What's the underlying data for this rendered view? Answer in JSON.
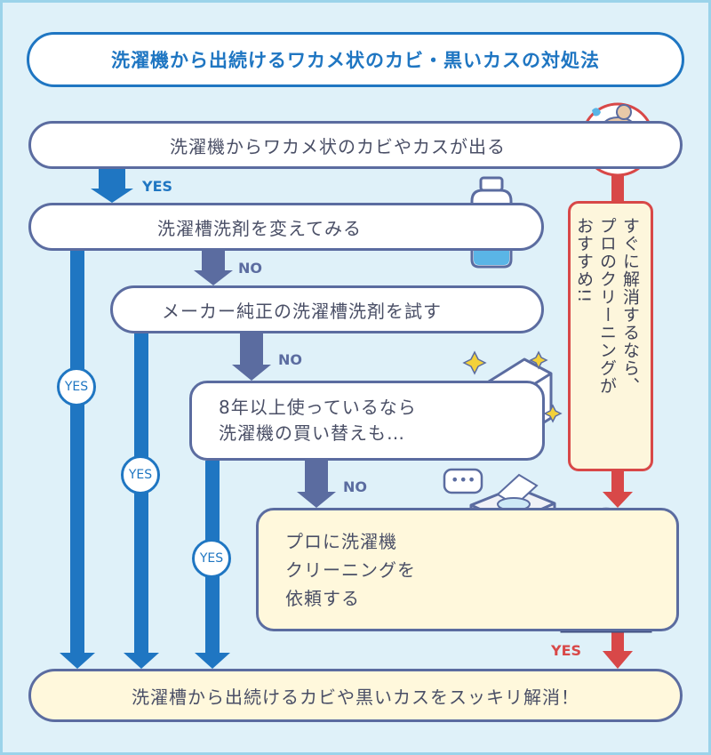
{
  "title": "洗濯機から出続けるワカメ状のカビ・黒いカスの対処法",
  "step1": "洗濯機からワカメ状のカビやカスが出る",
  "step2": "洗濯槽洗剤を変えてみる",
  "step3": "メーカー純正の洗濯槽洗剤を試す",
  "step4_line1": "8年以上使っているなら",
  "step4_line2": "洗濯機の買い替えも…",
  "step5_line1": "プロに洗濯機",
  "step5_line2": "クリーニングを",
  "step5_line3": "依頼する",
  "final": "洗濯槽から出続けるカビや黒いカスをスッキリ解消！",
  "recommend_line1": "すぐに解消するなら、",
  "recommend_line2": "プロのクリーニングが",
  "recommend_line3": "おすすめ!!",
  "label_yes": "YES",
  "label_no": "NO",
  "colors": {
    "blue": "#1f76c2",
    "navy": "#5b6ca0",
    "red": "#d84848",
    "cream": "#fff8dc",
    "bg": "#dff1f9"
  }
}
